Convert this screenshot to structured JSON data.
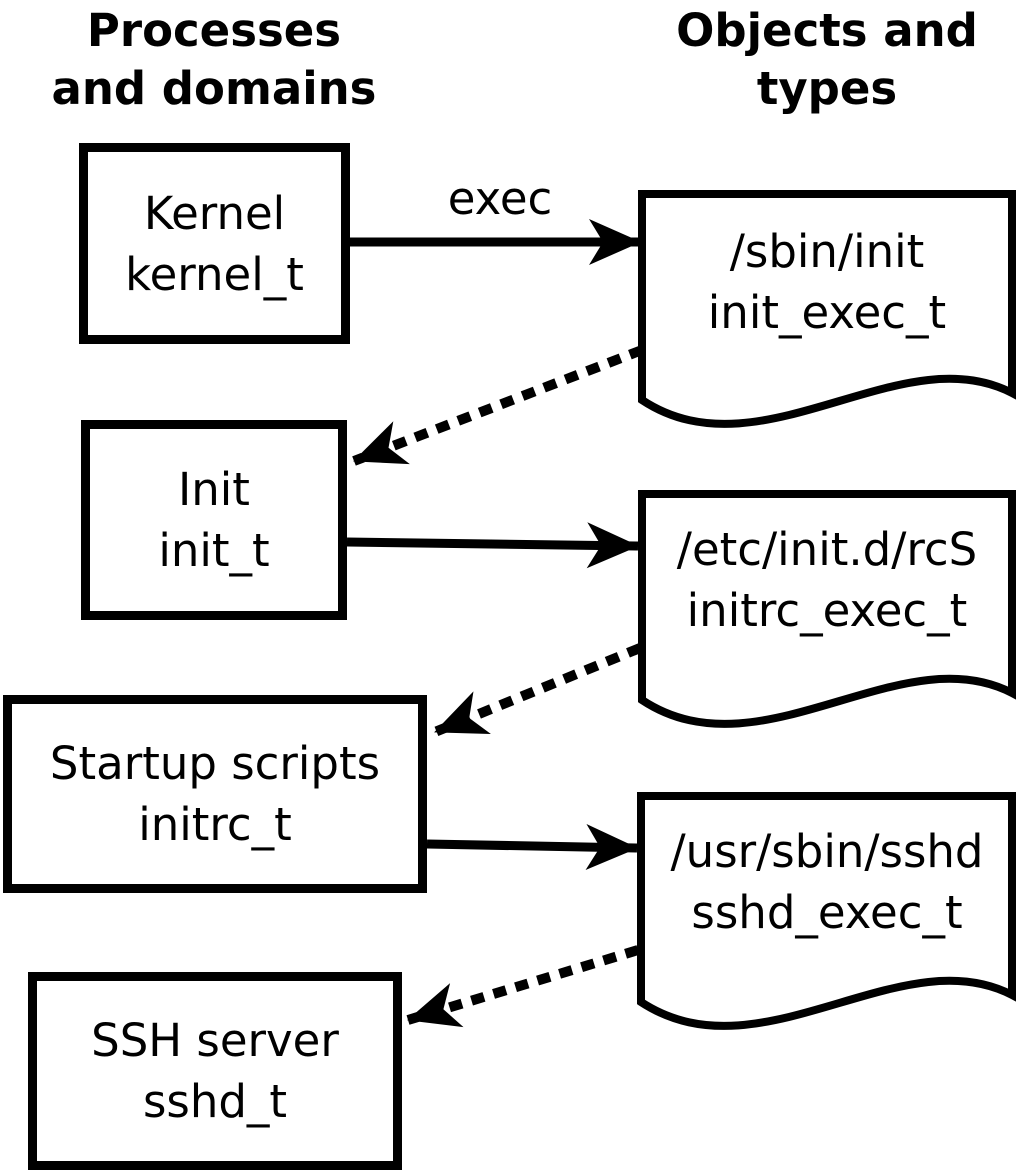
{
  "headers": {
    "left": {
      "line1": "Processes",
      "line2": "and domains"
    },
    "right": {
      "line1": "Objects and",
      "line2": "types"
    }
  },
  "processes": [
    {
      "label": "Kernel",
      "domain": "kernel_t"
    },
    {
      "label": "Init",
      "domain": "init_t"
    },
    {
      "label": "Startup scripts",
      "domain": "initrc_t"
    },
    {
      "label": "SSH server",
      "domain": "sshd_t"
    }
  ],
  "objects": [
    {
      "path": "/sbin/init",
      "type": "init_exec_t"
    },
    {
      "path": "/etc/init.d/rcS",
      "type": "initrc_exec_t"
    },
    {
      "path": "/usr/sbin/sshd",
      "type": "sshd_exec_t"
    }
  ],
  "edges": {
    "exec_label": "exec",
    "solid": [
      {
        "from": "kernel_t",
        "to": "init_exec_t",
        "label": "exec"
      },
      {
        "from": "init_t",
        "to": "initrc_exec_t",
        "label": ""
      },
      {
        "from": "initrc_t",
        "to": "sshd_exec_t",
        "label": ""
      }
    ],
    "dotted": [
      {
        "from": "init_exec_t",
        "to": "init_t"
      },
      {
        "from": "initrc_exec_t",
        "to": "initrc_t"
      },
      {
        "from": "sshd_exec_t",
        "to": "sshd_t"
      }
    ]
  },
  "colors": {
    "foreground": "#000000",
    "background": "#ffffff"
  }
}
